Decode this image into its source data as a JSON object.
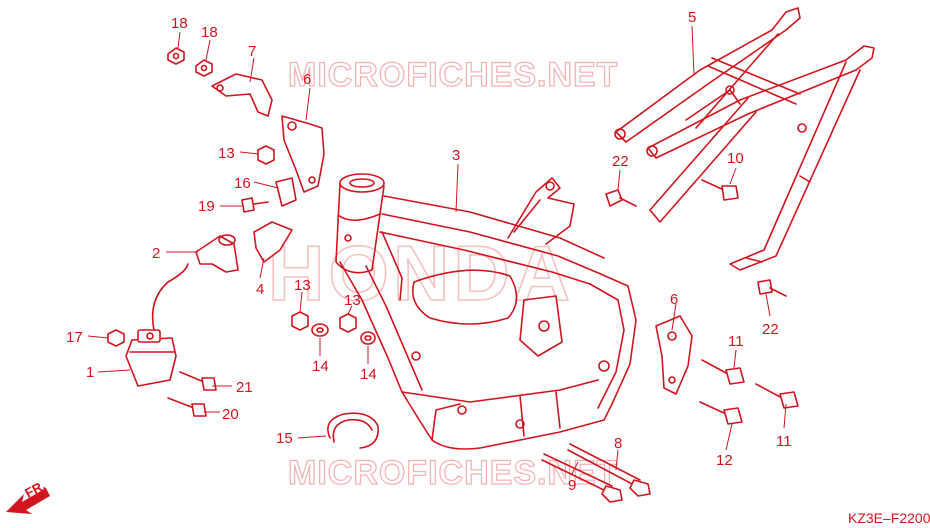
{
  "watermarks": {
    "top": "MICROFICHES.NET",
    "bottom": "MICROFICHES.NET",
    "brand": "HONDA"
  },
  "diagram_code": "KZ3E–F2200",
  "direction_marker": "FR.",
  "colors": {
    "line": "#d2141e",
    "watermark": "#f3b1b1",
    "background": "#ffffff"
  },
  "callouts": {
    "c1": "1",
    "c2": "2",
    "c3": "3",
    "c4": "4",
    "c5": "5",
    "c6a": "6",
    "c6b": "6",
    "c7": "7",
    "c8": "8",
    "c9": "9",
    "c10": "10",
    "c11a": "11",
    "c11b": "11",
    "c12": "12",
    "c13a": "13",
    "c13b": "13",
    "c13c": "13",
    "c14a": "14",
    "c14b": "14",
    "c15": "15",
    "c16": "16",
    "c17": "17",
    "c18a": "18",
    "c18b": "18",
    "c19": "19",
    "c20": "20",
    "c21": "21",
    "c22a": "22",
    "c22b": "22"
  }
}
